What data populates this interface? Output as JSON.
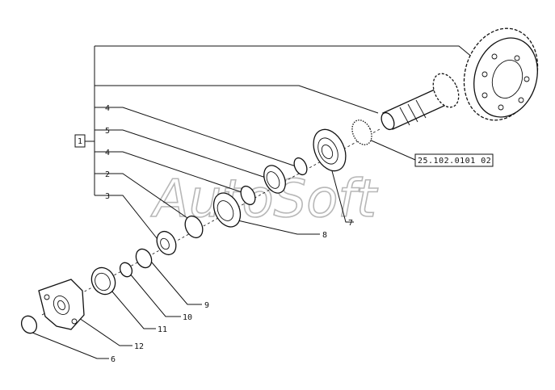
{
  "group_label": "1",
  "reference_code": "25.102.0101 02",
  "watermark": "AutoSoft",
  "bracket_labels": [
    "4",
    "5",
    "4",
    "2",
    "3"
  ],
  "callouts": {
    "p7": "7",
    "p8": "8",
    "p9": "9",
    "p10": "10",
    "p11": "11",
    "p12": "12",
    "p6": "6"
  }
}
